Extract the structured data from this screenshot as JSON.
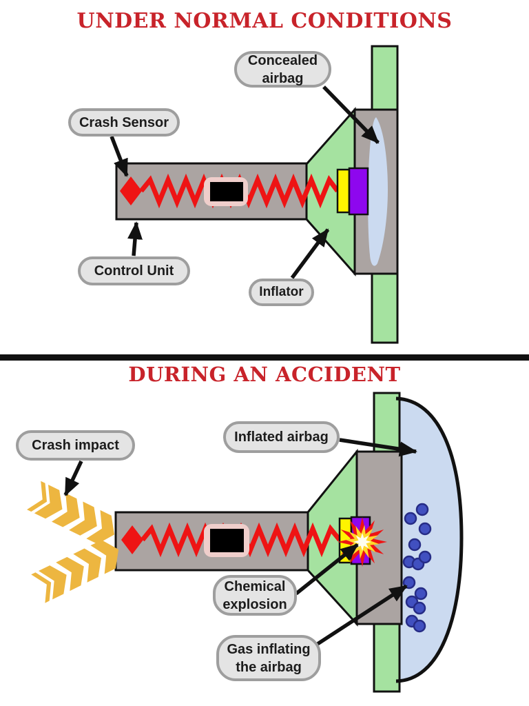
{
  "colors": {
    "title_red": "#c8232a",
    "metal_gray": "#aba4a2",
    "panel_green": "#a5e2a0",
    "airbag_blue": "#cbdaf0",
    "spring_red": "#ee1414",
    "inflator_yellow": "#fff400",
    "inflator_purple": "#8e07ee",
    "impact_gold": "#edb640",
    "gas_dot_blue": "#4150c0",
    "explosion_yellow": "#ffd829",
    "explosion_core": "#fffef0",
    "box_pink": "#efcecb",
    "label_bg": "#e4e4e4",
    "label_border": "#9e9e9e",
    "outline_black": "#111111"
  },
  "panels": [
    {
      "title": "UNDER NORMAL CONDITIONS",
      "labels": {
        "concealed_airbag": "Concealed airbag",
        "crash_sensor": "Crash Sensor",
        "control_unit": "Control Unit",
        "inflator": "Inflator"
      }
    },
    {
      "title": "DURING AN ACCIDENT",
      "labels": {
        "crash_impact": "Crash impact",
        "inflated_airbag": "Inflated airbag",
        "chemical_explosion": "Chemical explosion",
        "gas_inflating": "Gas inflating the airbag"
      }
    }
  ]
}
